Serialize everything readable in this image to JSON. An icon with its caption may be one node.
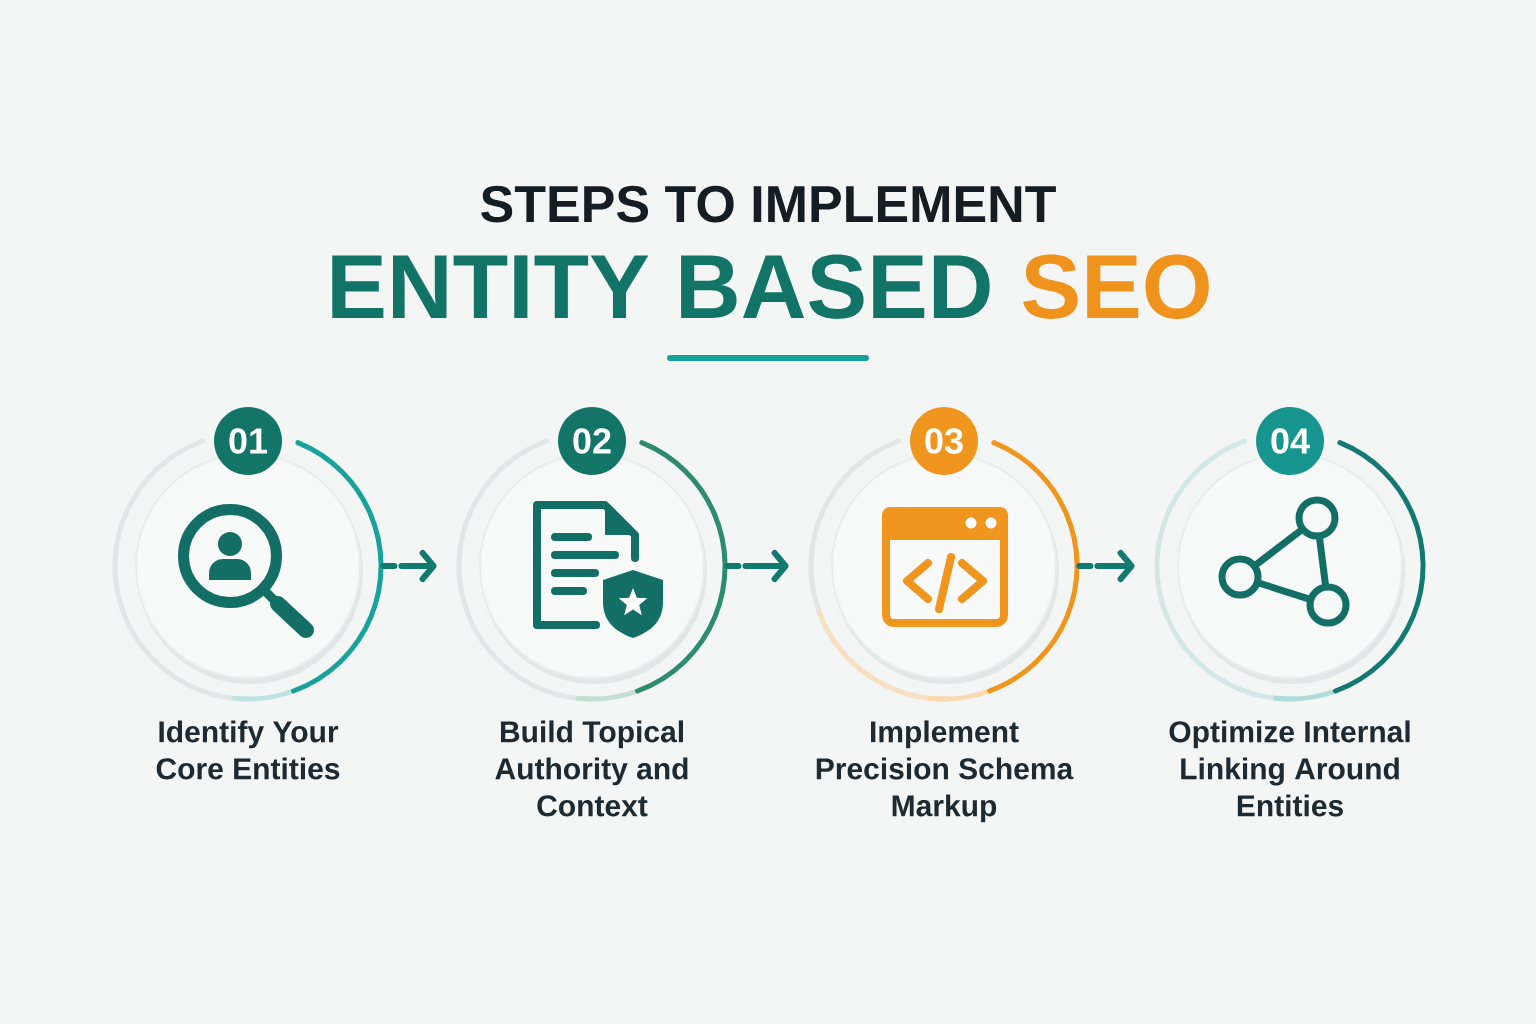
{
  "diagram": {
    "title": "STEPS TO IMPLEMENT",
    "nodes": [
      {
        "text": [
          "01"
        ],
        "beside": [
          "Identify Your Core Entities"
        ]
      },
      {
        "text": [
          "02"
        ],
        "beside": [
          "Build Topical Authority and Context"
        ]
      },
      {
        "text": [
          "03"
        ],
        "beside": [
          "Implement Precision Schema Markup"
        ]
      },
      {
        "text": [
          "04"
        ],
        "beside": [
          "Optimize Internal Linking Around Entities"
        ]
      }
    ],
    "edges": [
      {
        "from": 0,
        "to": 1,
        "arrow": "to"
      },
      {
        "from": 1,
        "to": 2,
        "arrow": "to"
      },
      {
        "from": 2,
        "to": 3,
        "arrow": "to"
      }
    ],
    "labels": [
      "ENTITY BASED",
      "SEO"
    ]
  }
}
